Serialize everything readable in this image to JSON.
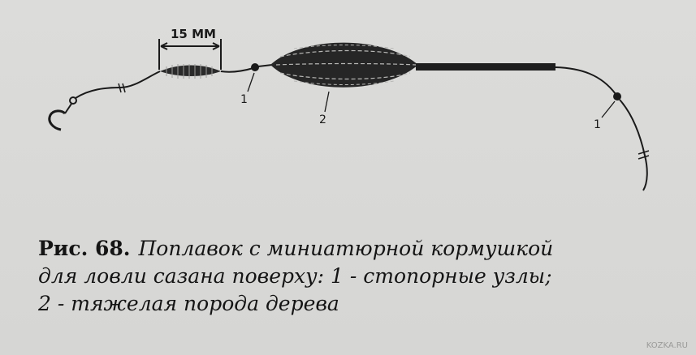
{
  "figure": {
    "dimension": "15 MM",
    "marker_1_left": "1",
    "marker_2": "2",
    "marker_1_right": "1"
  },
  "caption": {
    "label": "Рис. 68.",
    "line1": "Поплавок с миниатюрной кормушкой",
    "line2": "для ловли сазана поверху: 1 - стопорные узлы;",
    "line3": "2 - тяжелая порода дерева"
  },
  "watermark": "KOZKA.RU",
  "colors": {
    "ink": "#1a1a1a",
    "paper": "#d9d9d7"
  }
}
